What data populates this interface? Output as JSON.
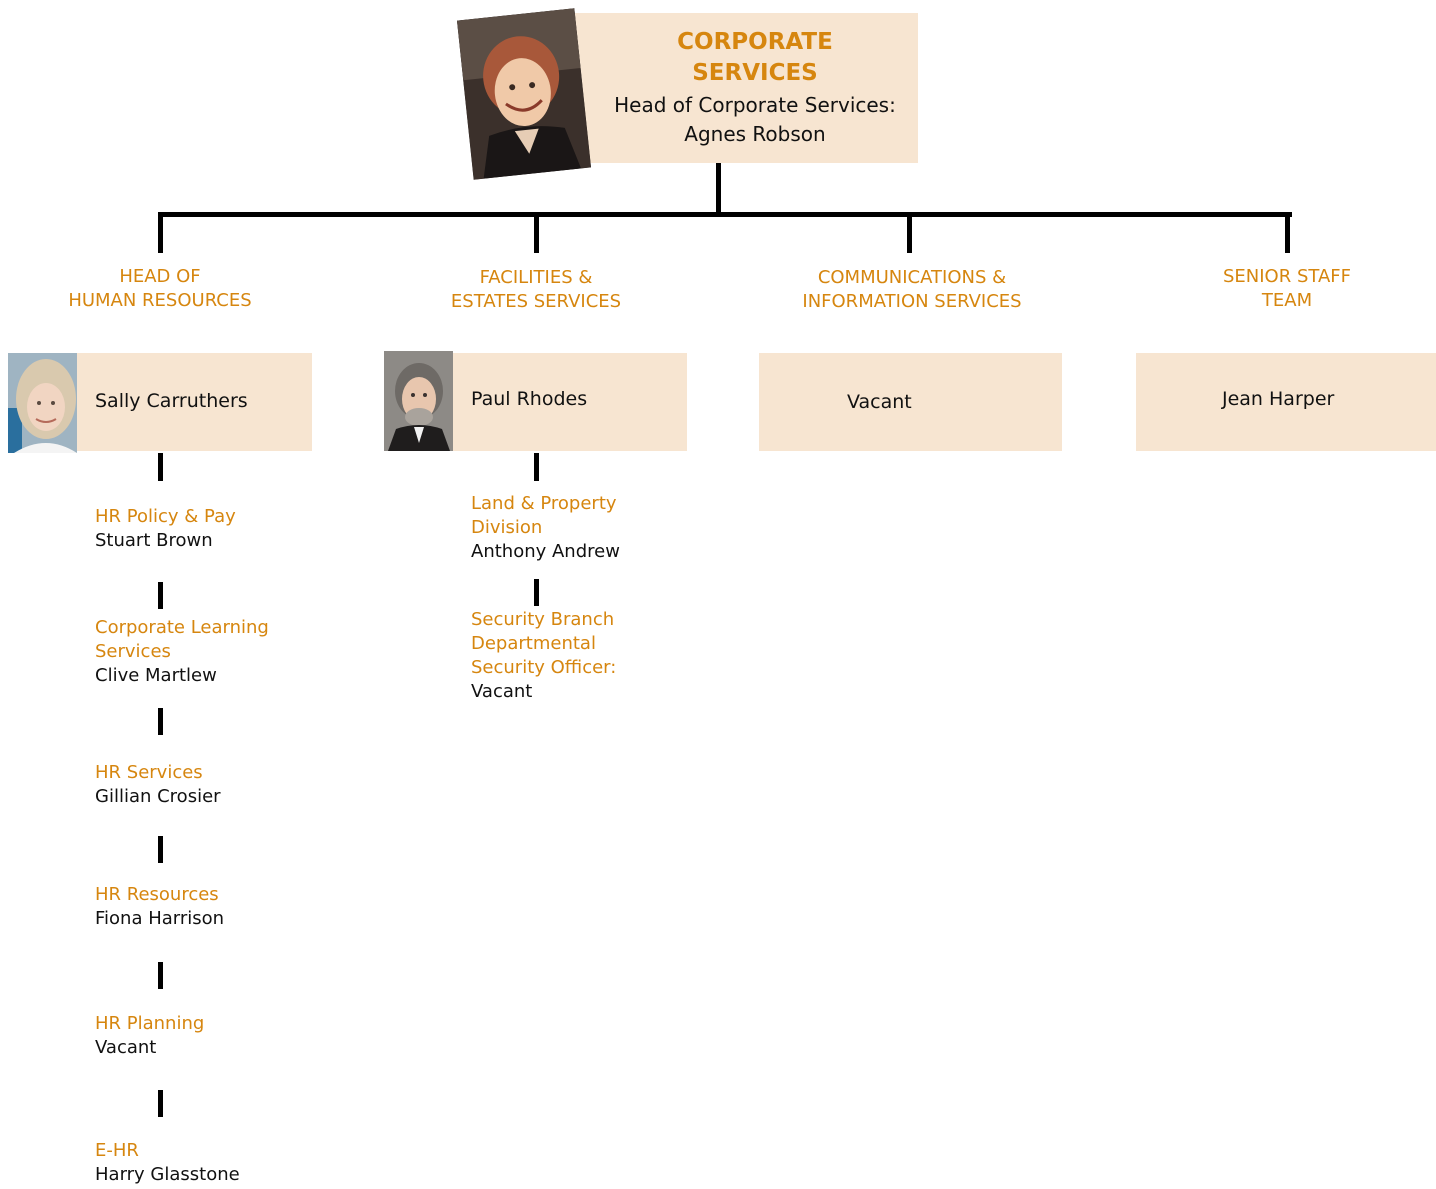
{
  "top": {
    "title": "CORPORATE\nSERVICES",
    "subtitle": "Head of Corporate Services:\nAgnes Robson"
  },
  "divisions": [
    {
      "heading": "HEAD OF\nHUMAN RESOURCES",
      "person": "Sally Carruthers"
    },
    {
      "heading": "FACILITIES &\nESTATES SERVICES",
      "person": "Paul Rhodes"
    },
    {
      "heading": "COMMUNICATIONS &\nINFORMATION SERVICES",
      "person": "Vacant"
    },
    {
      "heading": "SENIOR STAFF\nTEAM",
      "person": "Jean Harper"
    }
  ],
  "hr_units": [
    {
      "title": "HR Policy & Pay",
      "name": "Stuart Brown"
    },
    {
      "title": "Corporate Learning\nServices",
      "name": "Clive Martlew"
    },
    {
      "title": "HR Services",
      "name": "Gillian Crosier"
    },
    {
      "title": "HR Resources",
      "name": "Fiona Harrison"
    },
    {
      "title": "HR Planning",
      "name": "Vacant"
    },
    {
      "title": "E-HR",
      "name": "Harry Glasstone"
    }
  ],
  "facilities_units": [
    {
      "title": "Land & Property\nDivision",
      "name": "Anthony Andrew"
    },
    {
      "title": "Security Branch\nDepartmental\nSecurity Officer:",
      "name": "Vacant"
    }
  ],
  "colors": {
    "box_fill": "#f7e5d1",
    "accent": "#d6860f",
    "text": "#111111",
    "connector": "#000000"
  }
}
